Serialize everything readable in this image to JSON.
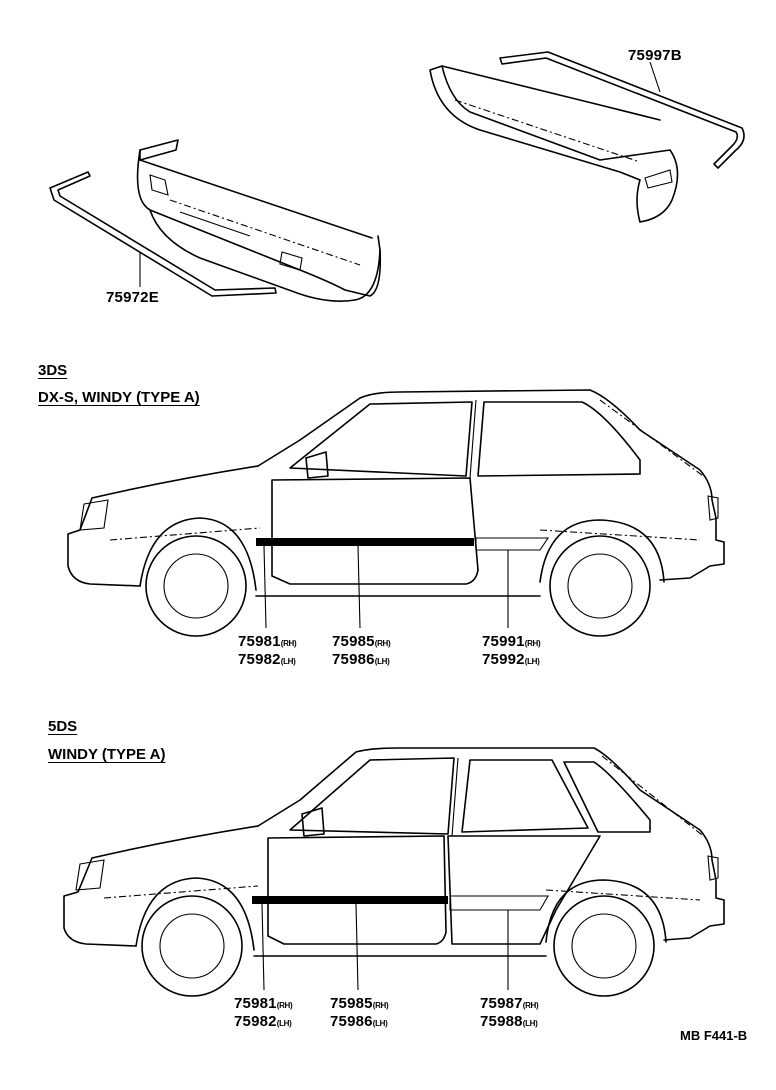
{
  "labels": {
    "front_molding": "75972E",
    "rear_molding": "75997B"
  },
  "sections": [
    {
      "title": "3DS",
      "subtitle": "DX-S, WINDY (TYPE A)",
      "callouts": [
        {
          "line1": "75981",
          "sfx1": "(RH)",
          "line2": "75982",
          "sfx2": "(LH)"
        },
        {
          "line1": "75985",
          "sfx1": "(RH)",
          "line2": "75986",
          "sfx2": "(LH)"
        },
        {
          "line1": "75991",
          "sfx1": "(RH)",
          "line2": "75992",
          "sfx2": "(LH)"
        }
      ]
    },
    {
      "title": "5DS",
      "subtitle": "WINDY (TYPE A)",
      "callouts": [
        {
          "line1": "75981",
          "sfx1": "(RH)",
          "line2": "75982",
          "sfx2": "(LH)"
        },
        {
          "line1": "75985",
          "sfx1": "(RH)",
          "line2": "75986",
          "sfx2": "(LH)"
        },
        {
          "line1": "75987",
          "sfx1": "(RH)",
          "line2": "75988",
          "sfx2": "(LH)"
        }
      ]
    }
  ],
  "reference": "MB F441-B"
}
